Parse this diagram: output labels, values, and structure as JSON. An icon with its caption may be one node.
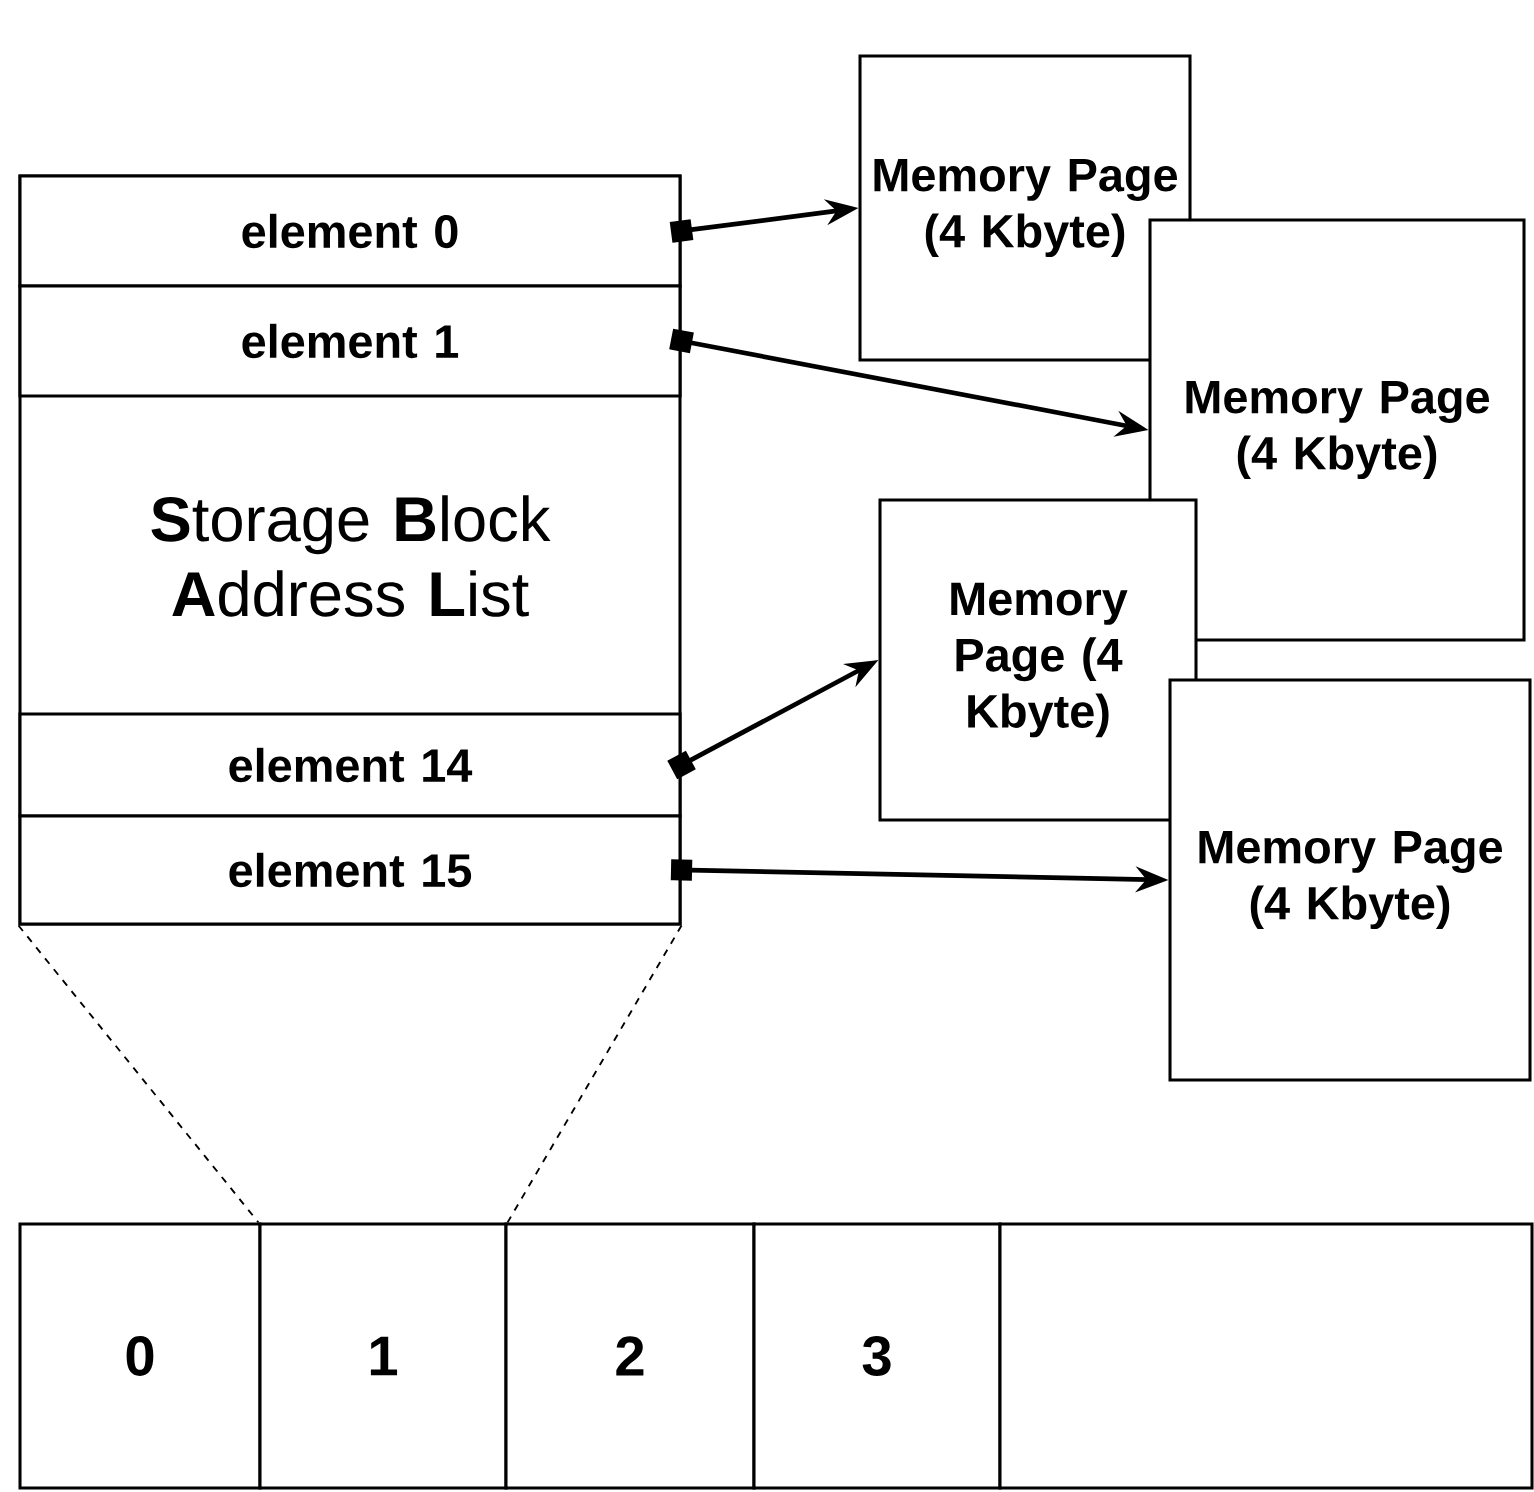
{
  "diagram": {
    "nodes": [
      {
        "text": [
          "**S**torage **B**lock **A**ddress **L**ist"
        ]
      },
      {
        "text": [
          "element 0"
        ],
        "in": 0
      },
      {
        "text": [
          "element 1"
        ],
        "in": 0
      },
      {
        "text": [
          "element 14"
        ],
        "in": 0
      },
      {
        "text": [
          "element 15"
        ],
        "in": 0
      },
      {
        "text": [
          "Memory Page (4 Kbyte)"
        ]
      },
      {
        "text": [
          "Memory Page (4 Kbyte)"
        ]
      },
      {
        "text": [
          "Memory Page (4 Kbyte)"
        ]
      },
      {
        "text": [
          "Memory Page (4 Kbyte)"
        ]
      },
      {
        "text": [
          "0"
        ]
      },
      {
        "text": [
          "1"
        ]
      },
      {
        "text": [
          "2"
        ]
      },
      {
        "text": [
          "3"
        ]
      },
      {
        "text": [],
        "shape": "box"
      }
    ],
    "edges": [
      {
        "from": 1,
        "to": 5,
        "arrow": "to"
      },
      {
        "from": 2,
        "to": 6,
        "arrow": "to"
      },
      {
        "from": 3,
        "to": 7,
        "arrow": "to"
      },
      {
        "from": 4,
        "to": 8,
        "arrow": "to"
      },
      {
        "from": 0,
        "to": 10,
        "arrow": "none",
        "style": "dashed"
      },
      {
        "from": 0,
        "to": 10,
        "arrow": "none",
        "style": "dashed"
      }
    ]
  }
}
